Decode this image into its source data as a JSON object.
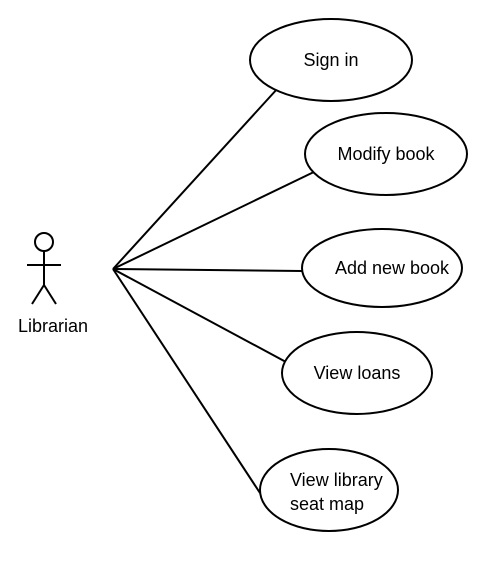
{
  "diagram": {
    "type": "use-case",
    "actor": {
      "label": "Librarian",
      "icon": "stick-figure-icon"
    },
    "use_cases": [
      {
        "id": "sign-in",
        "label_lines": [
          "Sign in"
        ]
      },
      {
        "id": "modify-book",
        "label_lines": [
          "Modify book"
        ]
      },
      {
        "id": "add-new-book",
        "label_lines": [
          "Add new book"
        ]
      },
      {
        "id": "view-loans",
        "label_lines": [
          "View loans"
        ]
      },
      {
        "id": "view-library-seat-map",
        "label_lines": [
          "View library",
          "seat map"
        ]
      }
    ],
    "associations": [
      {
        "from": "Librarian",
        "to": "sign-in"
      },
      {
        "from": "Librarian",
        "to": "modify-book"
      },
      {
        "from": "Librarian",
        "to": "add-new-book"
      },
      {
        "from": "Librarian",
        "to": "view-loans"
      },
      {
        "from": "Librarian",
        "to": "view-library-seat-map"
      }
    ],
    "colors": {
      "stroke": "#000000",
      "background": "#ffffff"
    }
  }
}
